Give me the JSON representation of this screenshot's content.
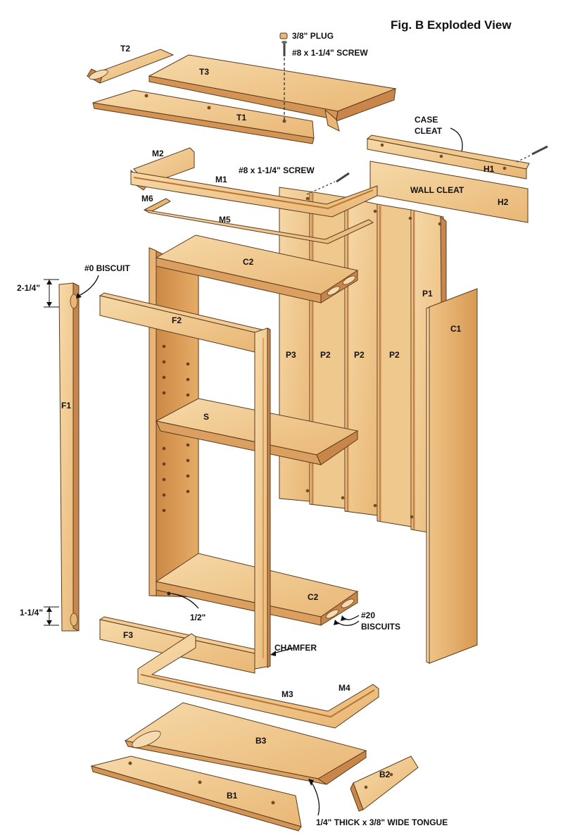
{
  "figure": {
    "title": "Fig. B  Exploded View"
  },
  "colors": {
    "wood_light": "#f3cf98",
    "wood_mid": "#e7b16c",
    "wood_dark": "#c9864a",
    "wood_edge": "#a8652e",
    "outline": "#5a3a1e",
    "text": "#111111"
  },
  "parts": {
    "t1": "T1",
    "t2": "T2",
    "t3": "T3",
    "m1": "M1",
    "m2": "M2",
    "m3": "M3",
    "m4": "M4",
    "m5": "M5",
    "m6": "M6",
    "c1": "C1",
    "c2_top": "C2",
    "c2_bottom": "C2",
    "p1": "P1",
    "p2a": "P2",
    "p2b": "P2",
    "p2c": "P2",
    "p3": "P3",
    "f1": "F1",
    "f2": "F2",
    "f3": "F3",
    "s": "S",
    "h1": "H1",
    "h2": "H2",
    "b1": "B1",
    "b2": "B2",
    "b3": "B3"
  },
  "callouts": {
    "plug": "3/8\" PLUG",
    "screw_top": "#8 x 1-1/4\" SCREW",
    "screw_mid": "#8 x 1-1/4\" SCREW",
    "case_cleat_1": "CASE",
    "case_cleat_2": "CLEAT",
    "wall_cleat": "WALL CLEAT",
    "biscuit_0": "#0 BISCUIT",
    "biscuit_20_1": "#20",
    "biscuit_20_2": "BISCUITS",
    "dim_top": "2-1/4\"",
    "dim_bottom": "1-1/4\"",
    "half_inch": "1/2\"",
    "chamfer": "CHAMFER",
    "tongue": "1/4\" THICK x 3/8\" WIDE TONGUE"
  }
}
